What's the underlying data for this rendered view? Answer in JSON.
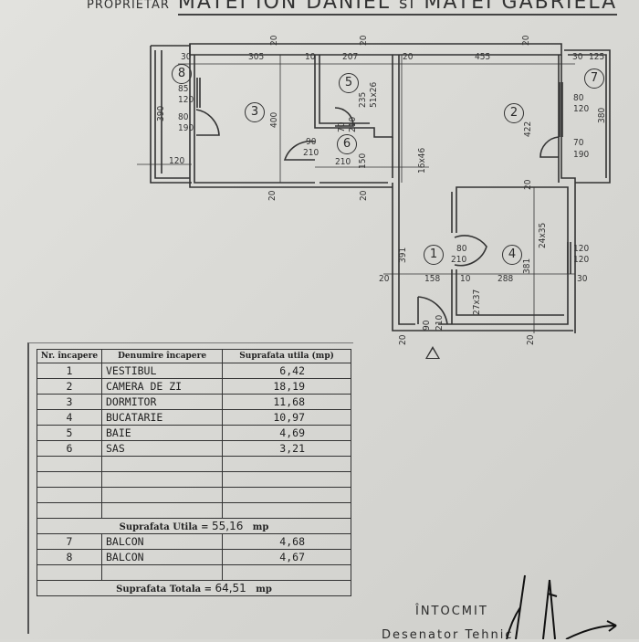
{
  "header": {
    "prefix": "PROPRIETAR",
    "owners_1": "MATEI ION DANIEL",
    "conj": "si",
    "owners_2": "MATEI GABRIELA"
  },
  "plan": {
    "room_numbers": [
      "1",
      "2",
      "3",
      "4",
      "5",
      "6",
      "7",
      "8"
    ],
    "dimensions": [
      "30",
      "305",
      "10",
      "207",
      "20",
      "455",
      "30",
      "125",
      "20",
      "20",
      "20",
      "85",
      "120",
      "80",
      "190",
      "390",
      "400",
      "235",
      "51x26",
      "70",
      "210",
      "90",
      "210",
      "210",
      "150",
      "16x46",
      "422",
      "80",
      "120",
      "380",
      "70",
      "190",
      "120",
      "20",
      "20",
      "20",
      "391",
      "80",
      "210",
      "158",
      "10",
      "288",
      "30",
      "381",
      "24x35",
      "120",
      "120",
      "27x37",
      "90",
      "210",
      "20",
      "20",
      "20"
    ],
    "entrance_marker": "entrance"
  },
  "table": {
    "headers": {
      "nr": "Nr. încapere",
      "name": "Denumire încapere",
      "area": "Suprafata utila (mp)"
    },
    "rows": [
      {
        "nr": "1",
        "name": "VESTIBUL",
        "area": "6,42"
      },
      {
        "nr": "2",
        "name": "CAMERA DE ZI",
        "area": "18,19"
      },
      {
        "nr": "3",
        "name": "DORMITOR",
        "area": "11,68"
      },
      {
        "nr": "4",
        "name": "BUCATARIE",
        "area": "10,97"
      },
      {
        "nr": "5",
        "name": "BAIE",
        "area": "4,69"
      },
      {
        "nr": "6",
        "name": "SAS",
        "area": "3,21"
      }
    ],
    "useful_label": "Suprafata Utila =",
    "useful_value": "55,16",
    "unit": "mp",
    "balconies": [
      {
        "nr": "7",
        "name": "BALCON",
        "area": "4,68"
      },
      {
        "nr": "8",
        "name": "BALCON",
        "area": "4,67"
      }
    ],
    "total_label": "Suprafata Totala =",
    "total_value": "64,51"
  },
  "footer": {
    "prepared": "ÎNTOCMIT",
    "drafter": "Desenator Tehnic"
  }
}
